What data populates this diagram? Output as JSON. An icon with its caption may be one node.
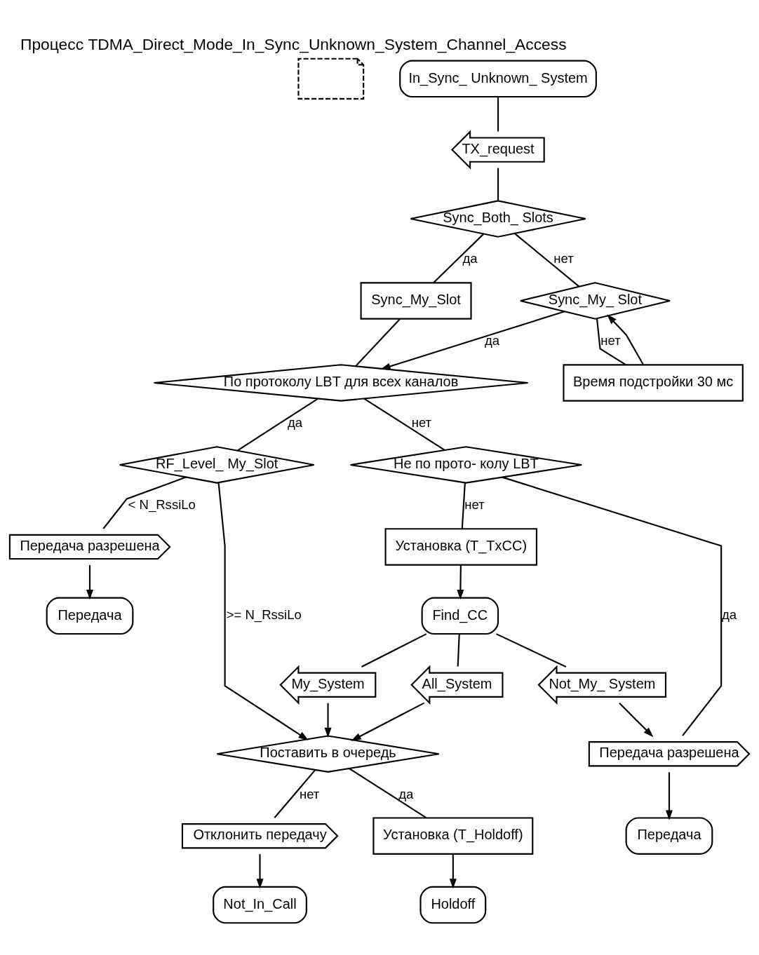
{
  "diagram": {
    "title": "Процесс TDMA_Direct_Mode_In_Sync_Unknown_System_Channel_Access",
    "nodes": [
      {
        "text": [],
        "shape": "box"
      },
      {
        "text": [
          "In_Sync_ Unknown_ System"
        ]
      },
      {
        "text": [
          "TX_request"
        ]
      },
      {
        "text": [
          "Sync_Both_ Slots"
        ]
      },
      {
        "text": [
          "Sync_My_Slot"
        ]
      },
      {
        "text": [
          "Sync_My_ Slot"
        ]
      },
      {
        "text": [
          "Время подстройки 30 мс"
        ]
      },
      {
        "text": [
          "По протоколу LBT для всех каналов"
        ]
      },
      {
        "text": [
          "RF_Level_ My_Slot"
        ]
      },
      {
        "text": [
          "Не по прото- колу LBT"
        ]
      },
      {
        "text": [
          "Передача разрешена"
        ]
      },
      {
        "text": [
          "Установка (T_TxCC)"
        ]
      },
      {
        "text": [
          "Передача"
        ]
      },
      {
        "text": [
          "Find_CC"
        ]
      },
      {
        "text": [
          "My_System"
        ]
      },
      {
        "text": [
          "All_System"
        ]
      },
      {
        "text": [
          "Not_My_ System"
        ]
      },
      {
        "text": [
          "Поставить в очередь"
        ]
      },
      {
        "text": [
          "Отклонить передачу"
        ]
      },
      {
        "text": [
          "Установка (T_Holdoff)"
        ]
      },
      {
        "text": [
          "Передача разрешена"
        ]
      },
      {
        "text": [
          "Not_In_Call"
        ]
      },
      {
        "text": [
          "Holdoff"
        ]
      },
      {
        "text": [
          "Передача"
        ]
      }
    ],
    "edges": [
      {
        "from": 1,
        "to": 2,
        "arrow": "none"
      },
      {
        "from": 2,
        "to": 3,
        "arrow": "none"
      },
      {
        "from": 3,
        "to": 4,
        "label": "да",
        "arrow": "none"
      },
      {
        "from": 3,
        "to": 5,
        "label": "нет",
        "arrow": "none"
      },
      {
        "from": 4,
        "to": 7,
        "arrow": "none"
      },
      {
        "from": 5,
        "to": 7,
        "label": "да",
        "arrow": "to"
      },
      {
        "from": 5,
        "to": 6,
        "label": "нет",
        "arrow": "none"
      },
      {
        "from": 6,
        "to": 5,
        "arrow": "to"
      },
      {
        "from": 7,
        "to": 8,
        "label": "да",
        "arrow": "none"
      },
      {
        "from": 7,
        "to": 9,
        "label": "нет",
        "arrow": "none"
      },
      {
        "from": 8,
        "to": 10,
        "label": "< N_RssiLo",
        "arrow": "none"
      },
      {
        "from": 8,
        "to": 17,
        "label": ">= N_RssiLo",
        "arrow": "to"
      },
      {
        "from": 10,
        "to": 12,
        "arrow": "to"
      },
      {
        "from": 9,
        "to": 11,
        "label": "нет",
        "arrow": "none"
      },
      {
        "from": 9,
        "to": 20,
        "label": "да",
        "arrow": "none"
      },
      {
        "from": 11,
        "to": 13,
        "arrow": "to"
      },
      {
        "from": 13,
        "to": 14,
        "arrow": "none"
      },
      {
        "from": 13,
        "to": 15,
        "arrow": "none"
      },
      {
        "from": 13,
        "to": 16,
        "arrow": "none"
      },
      {
        "from": 14,
        "to": 17,
        "arrow": "to"
      },
      {
        "from": 15,
        "to": 17,
        "arrow": "to"
      },
      {
        "from": 16,
        "to": 20,
        "arrow": "to"
      },
      {
        "from": 17,
        "to": 19,
        "label": "да",
        "arrow": "none"
      },
      {
        "from": 17,
        "to": 18,
        "label": "нет",
        "arrow": "none"
      },
      {
        "from": 18,
        "to": 21,
        "arrow": "to"
      },
      {
        "from": 19,
        "to": 22,
        "arrow": "to"
      },
      {
        "from": 20,
        "to": 23,
        "arrow": "to"
      }
    ]
  }
}
